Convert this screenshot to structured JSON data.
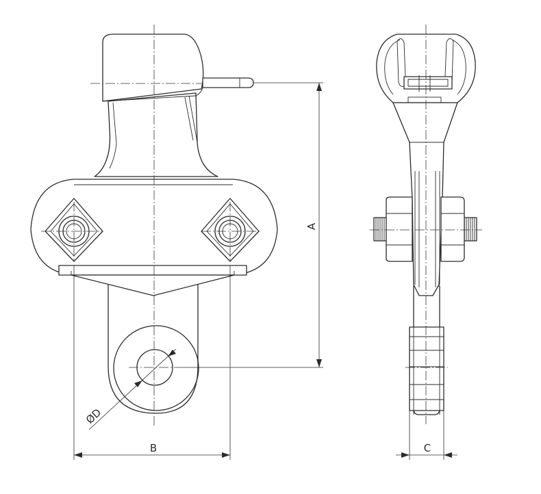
{
  "dimensions": {
    "a": "A",
    "b": "B",
    "c": "C",
    "d": "ØD"
  },
  "colors": {
    "line": "#2a2a2a",
    "background": "#ffffff"
  }
}
